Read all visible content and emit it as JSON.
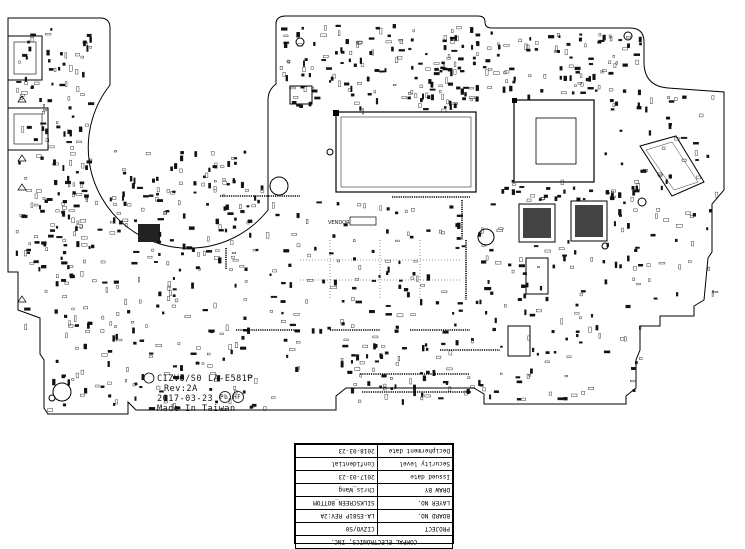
{
  "board_text": {
    "vendor_label": "VENDOR",
    "project": "CIZVO/S0",
    "board_no": "LA-E581P",
    "rev": "Rev:2A",
    "date": "2017-03-23",
    "pb_mark": "Pb",
    "hf_mark": "HF",
    "made_in": "Made In Taiwan"
  },
  "title_block": {
    "company": "COMPAL ELECTRONICS, INC.",
    "rows": [
      {
        "label": "PROJECT",
        "value": "CIZVO/S0"
      },
      {
        "label": "BOARD NO.",
        "value": "LA-E581P REV:2A"
      },
      {
        "label": "LAYER NO.",
        "value": "SILKSCREEN_BOTTOM"
      },
      {
        "label": "DRAW BY",
        "value": "Chris_Wang"
      },
      {
        "label": "Issued date",
        "value": "2017-03-23"
      },
      {
        "label": "Security level",
        "value": "Confidential"
      },
      {
        "label": "Decipherment date",
        "value": "2018-03-23"
      }
    ]
  }
}
